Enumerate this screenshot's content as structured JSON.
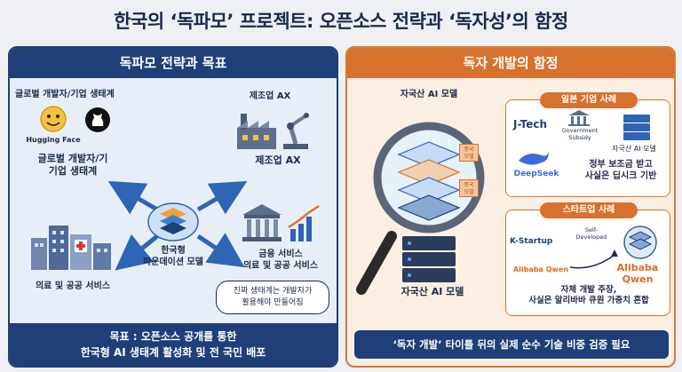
{
  "title": "한국의 ‘독파모’ 프로젝트: 오픈소스 전략과 ‘독자성’의 함정",
  "left": {
    "header": "독파모 전략과 목표",
    "ecosystem_heading": "글로벌 개발자/기업 생태계",
    "hugging_face": "Hugging Face",
    "ecosystem_label": "글로벌 개발자/기\n기업 생태계",
    "manufacturing_heading": "제조업 AX",
    "manufacturing_label": "제조업 AX",
    "center_label": "한국형\n파운데이션 모델",
    "finance_label": "금융 서비스\n의료 및 공공 서비스",
    "medical_label": "의료 및 공공 서비스",
    "bubble": "진짜 생태계는 개발자가\n활용해야 만들어짐",
    "footer_line1": "목표 : 오픈소스 공개를 통한",
    "footer_line2": "한국형 AI 생태계 활성화 및 전 국민 배포"
  },
  "right": {
    "header": "독자 개발의 함정",
    "model_top_label": "자국산 AI 모델",
    "model_bottom_label": "자국산 AI 모델",
    "layer_tag": "중국\n모델",
    "case1": {
      "title": "일본 기업 사례",
      "company": "J-Tech",
      "subsidy": "Government\nSubsidy",
      "model_label": "자국산 AI 모델",
      "deepseek": "DeepSeek",
      "note": "정부 보조금 받고\n사실은 딥시크 기반"
    },
    "case2": {
      "title": "스타트업 사례",
      "company": "K-Startup",
      "self_dev": "Self-\nDeveloped",
      "alibaba_small": "Alibaba Qwen",
      "alibaba_big": "Alibaba Qwen",
      "note": "자체 개발 주장,\n사실은 알리바바 큐원 가중치 혼합"
    },
    "footer": "‘독자 개발’ 타이틀 뒤의 실제 순수 기술 비중 검증 필요"
  },
  "colors": {
    "navy": "#1f3f78",
    "orange": "#d8712d"
  }
}
